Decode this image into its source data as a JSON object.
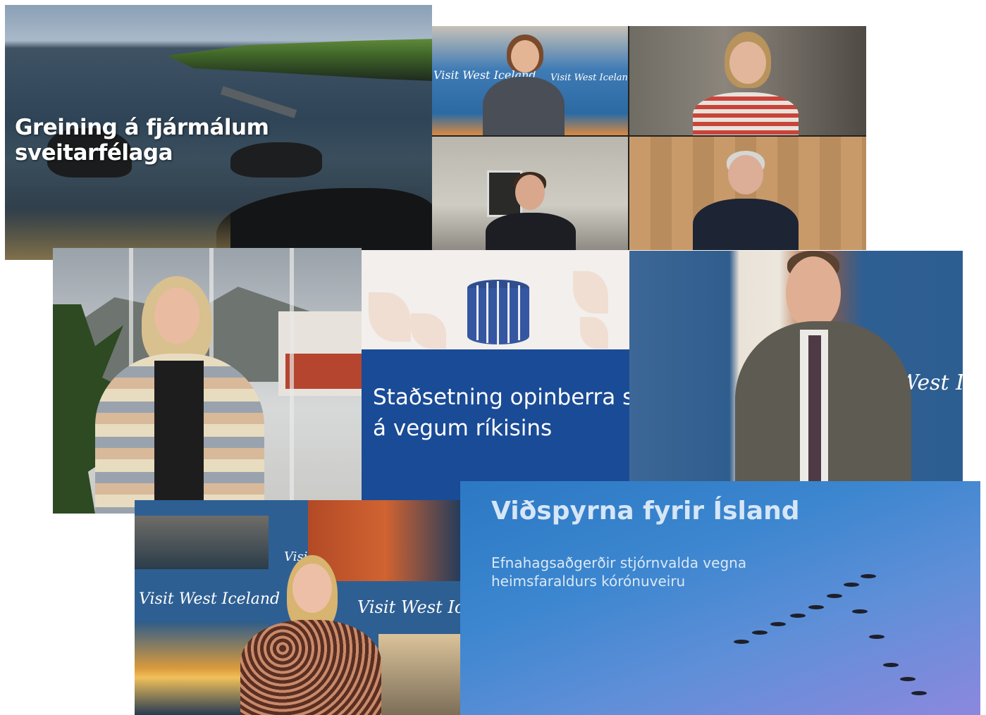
{
  "collage": {
    "coast_tile": {
      "title": "Greining á fjármálum sveitarfélaga"
    },
    "video_grid": {
      "watermark": "Visit West Iceland"
    },
    "slide_tile": {
      "text": "Staðsetning opinberra starfa á vegum ríkisins"
    },
    "suit_tile": {
      "watermark": "West Ic"
    },
    "posters_tile": {
      "watermark_1": "Visit West Iceland",
      "watermark_2": "Visit West Icel",
      "watermark_3": "Visi"
    },
    "vid_tile": {
      "title": "Viðspyrna fyrir Ísland",
      "subtitle": "Efnahagsaðgerðir stjórnvalda vegna heimsfaraldurs kórónuveiru"
    }
  },
  "colors": {
    "slide_blue": "#1a4b96",
    "vid_blue": "#2d78c3"
  }
}
